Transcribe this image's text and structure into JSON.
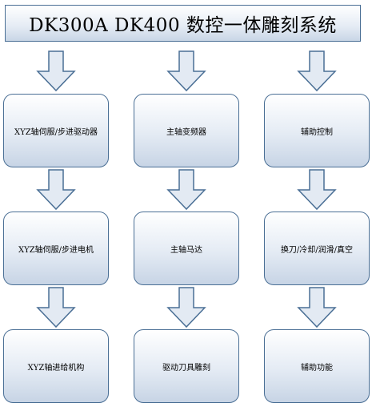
{
  "title": "DK300A DK400 数控一体雕刻系统",
  "columns": [
    {
      "nodes": [
        {
          "label": "XYZ轴伺服/步进驱动器"
        },
        {
          "label": "XYZ轴伺服/步进电机"
        },
        {
          "label": "XYZ轴进给机构"
        }
      ]
    },
    {
      "nodes": [
        {
          "label": "主轴变频器"
        },
        {
          "label": "主轴马达"
        },
        {
          "label": "驱动刀具雕刻"
        }
      ]
    },
    {
      "nodes": [
        {
          "label": "辅助控制"
        },
        {
          "label": "换刀/冷却/润滑/真空"
        },
        {
          "label": "辅助功能"
        }
      ]
    }
  ],
  "colors": {
    "border": "#4a6f95",
    "fill_top": "#ffffff",
    "fill_bottom": "#c7d4e5",
    "arrow_fill": "#e3eaf3"
  }
}
